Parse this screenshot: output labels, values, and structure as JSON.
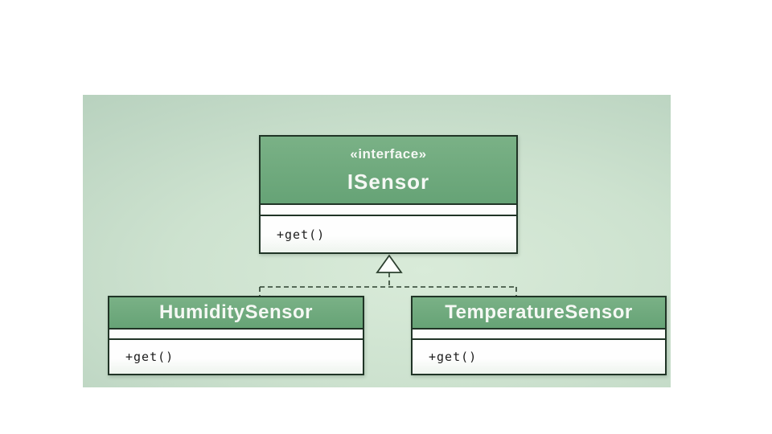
{
  "uml": {
    "interface": {
      "stereotype": "«interface»",
      "name": "ISensor",
      "attributes": [],
      "methods": [
        "+get()"
      ]
    },
    "classes": [
      {
        "name": "HumiditySensor",
        "attributes": [],
        "methods": [
          "+get()"
        ]
      },
      {
        "name": "TemperatureSensor",
        "attributes": [],
        "methods": [
          "+get()"
        ]
      }
    ],
    "relationships": [
      {
        "type": "realization",
        "from": "HumiditySensor",
        "to": "ISensor",
        "style": "dashed-hollow-triangle"
      },
      {
        "type": "realization",
        "from": "TemperatureSensor",
        "to": "ISensor",
        "style": "dashed-hollow-triangle"
      }
    ]
  },
  "colors": {
    "canvas_white": "#ffffff",
    "panel_center": "#d9ebd9",
    "panel_mid": "#cde2cf",
    "panel_edge": "#b5cfbc",
    "header_green_top": "#7ab186",
    "header_green_bottom": "#66a376",
    "box_border": "#203426",
    "compartment_white": "#fdfdfc",
    "methods_tint": "#eef4ee",
    "connector": "#2c402f",
    "header_text": "#f5f8f4",
    "method_text": "#1c1c1c"
  }
}
